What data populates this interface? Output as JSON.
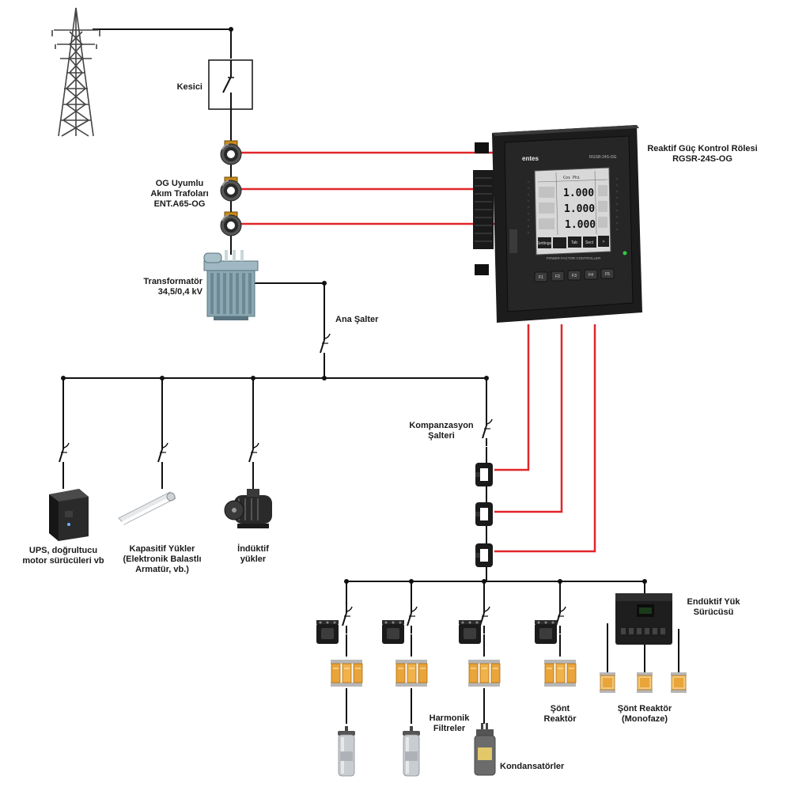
{
  "colors": {
    "measurement_wire": "#e0262a",
    "power_wire": "#111111",
    "relay_body": "#1c1c1c",
    "screen": "#d8d8d8",
    "transformer": "#8aa7b2",
    "reactor_coil": "#e9a43a"
  },
  "labels": {
    "breaker": "Kesici",
    "ct": "OG Uyumlu\nAkım Trafoları\nENT.A65-OG",
    "transformer": "Transformatör\n34,5/0,4 kV",
    "main_switch": "Ana Şalter",
    "relay": "Reaktif Güç Kontrol Rölesi\nRGSR-24S-OG",
    "comp_switch": "Kompanzasyon\nŞalteri",
    "ups": "UPS, doğrultucu\nmotor sürücüleri vb",
    "capacitive": "Kapasitif Yükler\n(Elektronik Balastlı\nArmatür, vb.)",
    "inductive": "İndüktif\nyükler",
    "inductive_driver": "Endüktif Yük\nSürücüsü",
    "harmonic": "Harmonik\nFiltreler",
    "shunt": "Şönt\nReaktör",
    "shunt_mono": "Şönt Reaktör\n(Monofaze)",
    "capacitors": "Kondansatörler"
  },
  "relay_device": {
    "brand": "entes",
    "model": "RGSR-24S-OG",
    "panel_caption": "POWER FACTOR CONTROLLER",
    "screen_values": [
      "1.000",
      "1.000",
      "1.000"
    ],
    "screen_tabs": [
      "Cos Phi",
      "Settings",
      "Tab",
      "Sect",
      ">"
    ],
    "keys": [
      "F1",
      "F2",
      "F3",
      "F4",
      "F5"
    ]
  },
  "icons": {
    "pylon": "transmission-tower-icon",
    "breaker": "breaker-switch-icon",
    "ct": "current-transformer-icon",
    "transformer": "power-transformer-icon",
    "switch": "switch-symbol-icon",
    "ups": "ups-device-icon",
    "lamp": "fluorescent-lamp-icon",
    "motor": "electric-motor-icon",
    "contactor": "contactor-icon",
    "reactor": "reactor-coil-icon",
    "capacitor": "capacitor-can-icon"
  }
}
